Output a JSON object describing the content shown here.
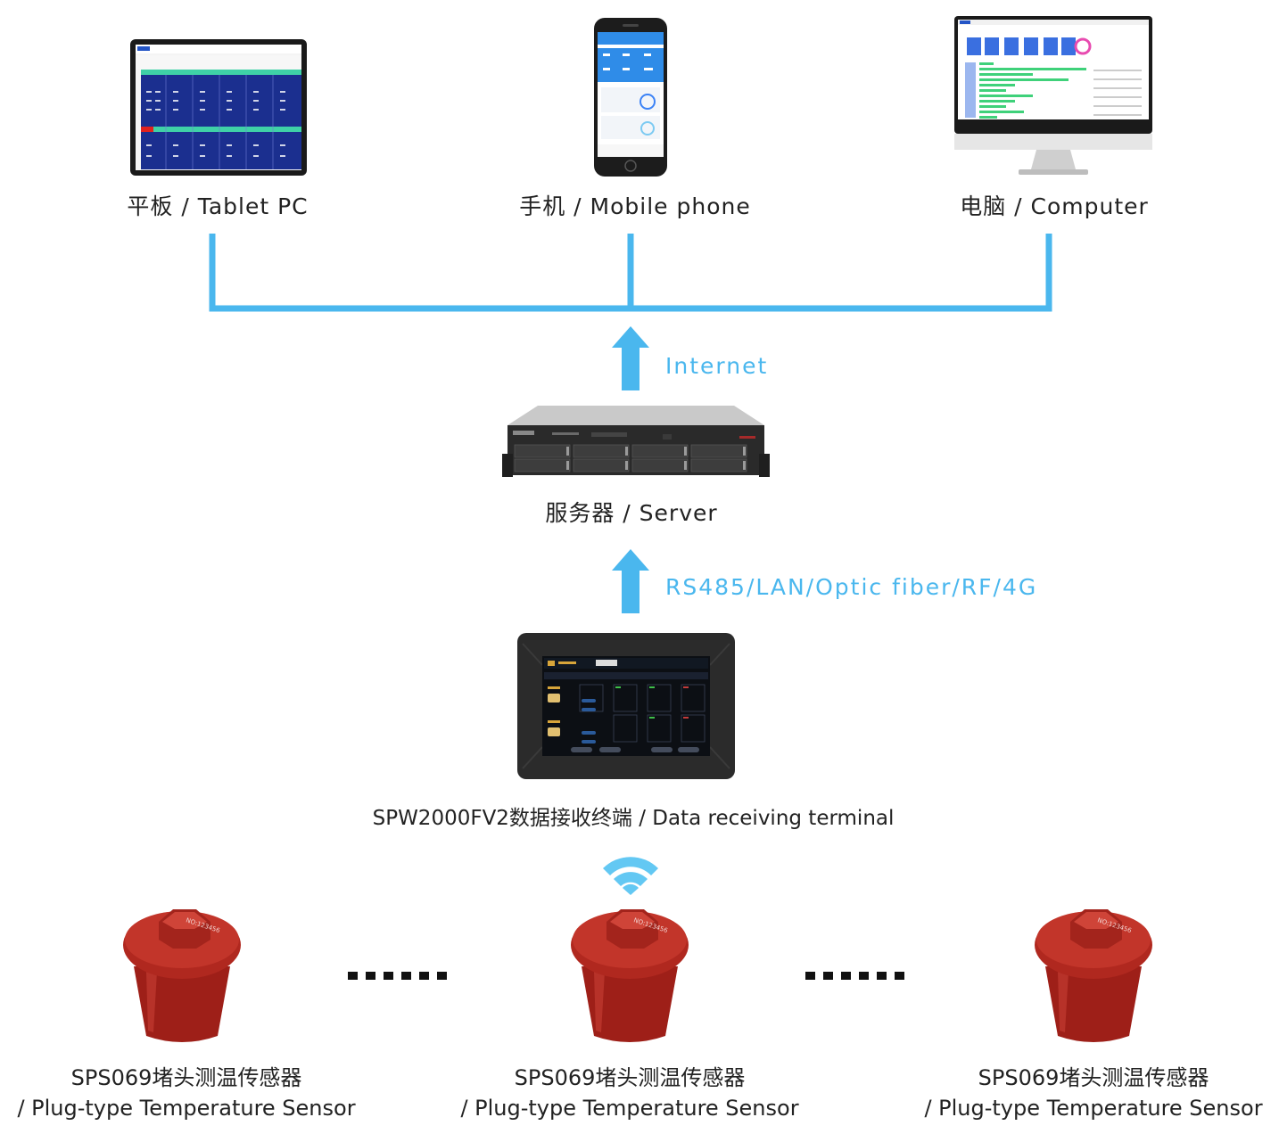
{
  "devices": {
    "tablet": {
      "label": "平板 / Tablet PC",
      "icon": "tablet-icon"
    },
    "mobile": {
      "label": "手机 / Mobile phone",
      "icon": "mobile-phone-icon"
    },
    "computer": {
      "label": "电脑 / Computer",
      "icon": "computer-monitor-icon"
    }
  },
  "links": {
    "internet": "Internet",
    "terminal_to_server": "RS485/LAN/Optic fiber/RF/4G"
  },
  "server": {
    "label": "服务器 / Server",
    "icon": "rack-server-icon"
  },
  "terminal": {
    "label": "SPW2000FV2数据接收终端 / Data receiving terminal",
    "icon": "touch-terminal-icon"
  },
  "sensors": [
    {
      "line1": "SPS069堵头测温传感器",
      "line2": "/ Plug-type Temperature Sensor",
      "icon": "plug-sensor-icon"
    },
    {
      "line1": "SPS069堵头测温传感器",
      "line2": "/ Plug-type Temperature Sensor",
      "icon": "plug-sensor-icon"
    },
    {
      "line1": "SPS069堵头测温传感器",
      "line2": "/ Plug-type Temperature Sensor",
      "icon": "plug-sensor-icon"
    }
  ],
  "sensor_tag": "NO:123456",
  "colors": {
    "connector": "#4ab7ee",
    "sensor": "#b0281f",
    "screen_blue": "#1b2f8f"
  }
}
